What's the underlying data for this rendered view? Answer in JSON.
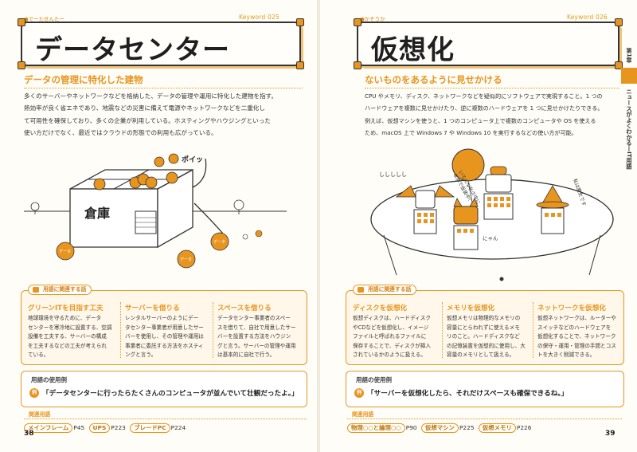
{
  "left": {
    "reading": "●でーたせんたー",
    "keyword": "Keyword  025",
    "title": "データセンター",
    "subtitle": "データの管理に特化した建物",
    "body": [
      "多くのサーバーやネットワークなどを格納した、データの管理や運用に特化した建物を指す。",
      "熱効率が良く省エネであり、地震などの災害に備えて電源やネットワークなどを二重化し",
      "て可用性を確保しており、多くの企業が利用している。ホスティングやハウジングといった",
      "使い方だけでなく、最近ではクラウドの形態での利用も広がっている。"
    ],
    "illustration": {
      "warehouse_label": "倉庫",
      "sfx": "ポイッ",
      "data_labels": [
        "データ",
        "データ",
        "データ"
      ]
    },
    "related_heading": "用語に関連する話",
    "related": [
      {
        "heading": "グリーンITを目指す工夫",
        "lines": [
          "地球環境を守るために、データ",
          "センターを寒冷地に設置する、空調",
          "設備を工夫する、サーバーの構成",
          "を工夫するなどの工夫が考えられ",
          "ている。"
        ]
      },
      {
        "heading": "サーバーを借りる",
        "lines": [
          "レンタルサーバーのようにデー",
          "タセンター事業者が用意したサー",
          "バーを使用し、その管理や運用は",
          "事業者に委託する方法をホスティ",
          "ングと言う。"
        ]
      },
      {
        "heading": "スペースを借りる",
        "lines": [
          "データセンター事業者のスペー",
          "スを借りて、自社で用意したサー",
          "バーを設置する方法をハウジン",
          "グと言う。サーバーの管理や運用",
          "は基本的に自社で行う。"
        ]
      }
    ],
    "usage_heading": "用語の使用例",
    "usage_icon": "例",
    "usage_text": "「データセンターに行ったらたくさんのコンピュータが並んでいて壮観だったよ。」",
    "kanren_heading": "関連用語",
    "kanren": [
      {
        "term": "メインフレーム",
        "ref": "P45"
      },
      {
        "term": "UPS",
        "ref": "P223"
      },
      {
        "term": "ブレードPC",
        "ref": "P224"
      }
    ],
    "page_number": "38"
  },
  "right": {
    "reading": "●かそうか",
    "keyword": "Keyword  026",
    "title": "仮想化",
    "subtitle": "ないものをあるように見せかける",
    "body": [
      "CPU やメモリ、ディスク、ネットワークなどを疑似的にソフトウェアで実現すること。1 つの",
      "ハードウェアを複数に見せかけたり、逆に複数のハードウェアを 1 つに見せかけたりできる。",
      "例えば、仮想マシンを使うと、1 つのコンピュータ上で複数のコンピュータや OS を使える",
      "ため、macOS 上で Windows 7 や Windows 10 を実行するなどの使い方が可能。"
    ],
    "illustration": {
      "speech_left": "ししししし",
      "speech_center": [
        "いろんな私の中に",
        "本体で仮装中！"
      ],
      "speech_right": "私は魔女です",
      "sound": "にゃん"
    },
    "related_heading": "用語に関連する話",
    "related": [
      {
        "heading": "ディスクを仮想化",
        "lines": [
          "仮想ディスクは、ハードディスク",
          "やCDなどを仮想化し、イメージ",
          "ファイルと呼ばれるファイルに",
          "保存することで、ディスクが挿入",
          "されているかのように扱える。"
        ]
      },
      {
        "heading": "メモリを仮想化",
        "lines": [
          "仮想メモリは物理的なメモリの",
          "容量にとらわれずに使えるメモ",
          "リのこと。ハードディスクなど",
          "の記憶装置を仮想的に使用し、大",
          "容量のメモリとして扱える。"
        ]
      },
      {
        "heading": "ネットワークを仮想化",
        "lines": [
          "仮想ネットワークは、ルーターや",
          "スイッチなどのハードウェアを",
          "仮想化することで、ネットワーク",
          "の保守・運用・管理の手間とコス",
          "トを大きく削減できる。"
        ]
      }
    ],
    "usage_heading": "用語の使用例",
    "usage_icon": "例",
    "usage_text": "「サーバーを仮想化したら、それだけスペースも確保できるね。」",
    "kanren_heading": "関連用語",
    "kanren": [
      {
        "term": "物理○○と論理○○",
        "ref": "P90"
      },
      {
        "term": "仮想マシン",
        "ref": "P225"
      },
      {
        "term": "仮想メモリ",
        "ref": "P226"
      }
    ],
    "page_number": "39"
  },
  "side_tab": {
    "chapter": "第1章",
    "text": "ニュースがよくわかる—IT用語"
  },
  "colors": {
    "accent": "#e8951f",
    "text": "#2b2b2b"
  }
}
